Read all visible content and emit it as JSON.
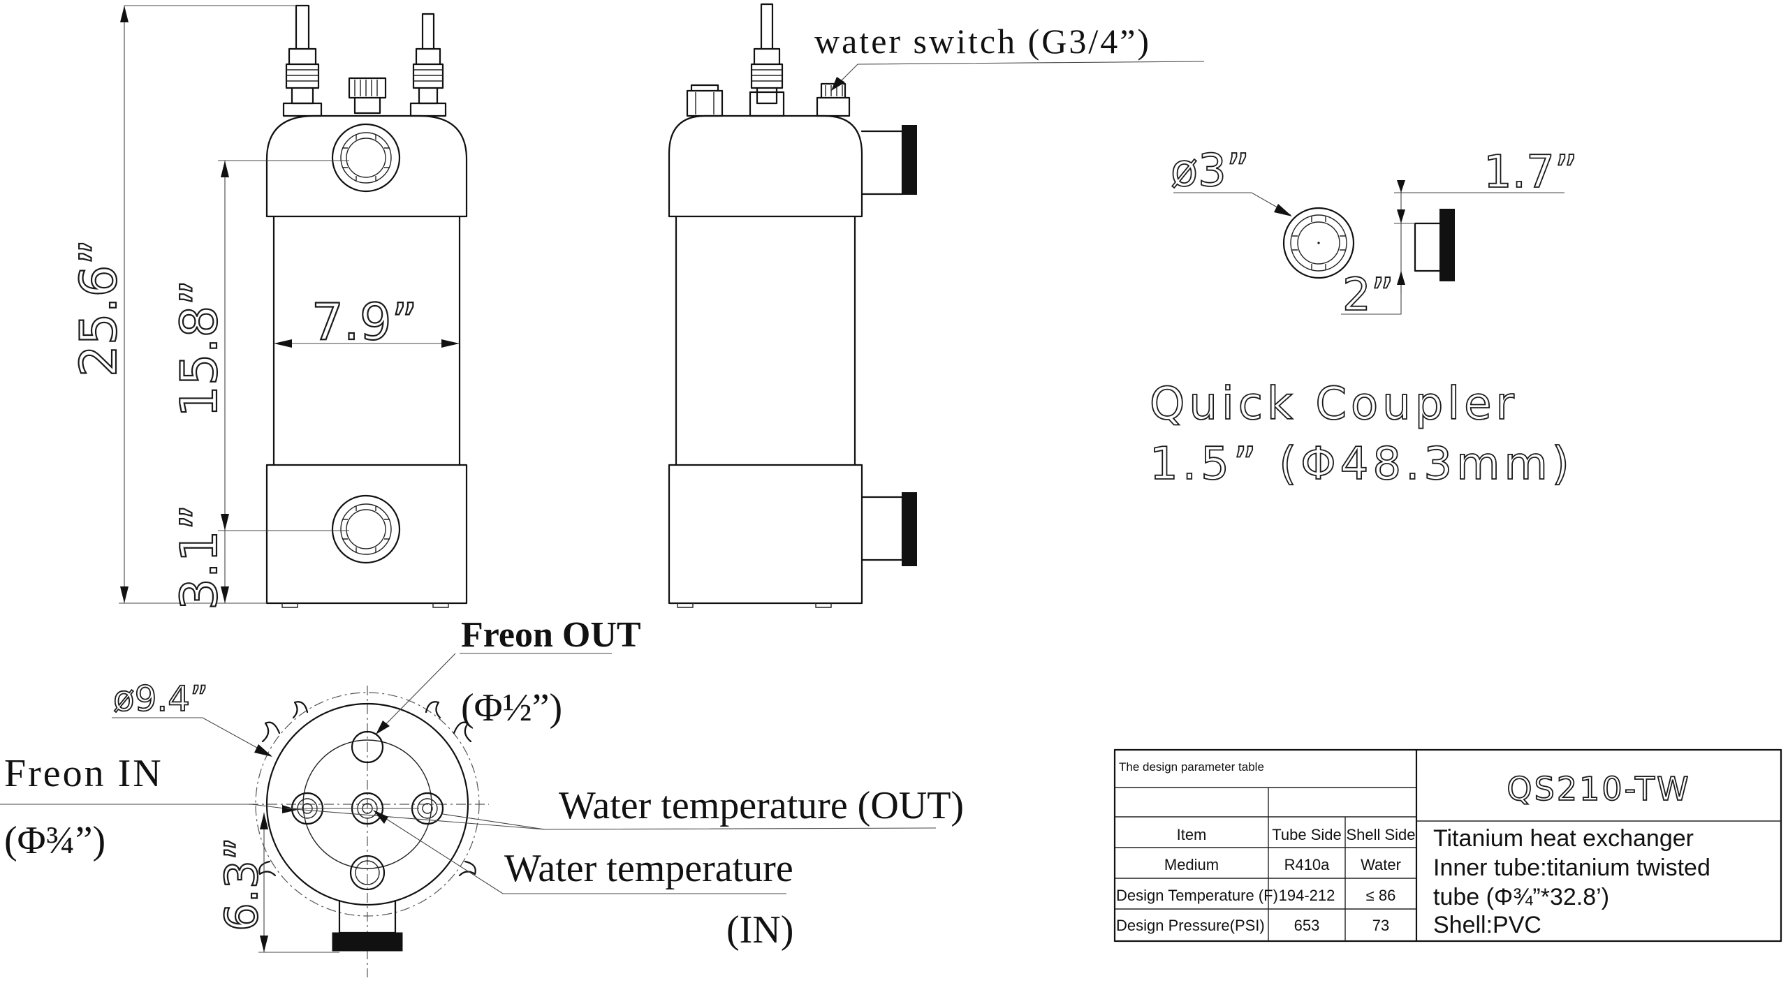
{
  "labels": {
    "water_switch": "water switch (G3/4”)",
    "freon_out": "Freon OUT",
    "freon_out_size": "(Φ½”)",
    "freon_in": "Freon IN",
    "freon_in_size": "(Φ¾”)",
    "water_temp_out": "Water temperature (OUT)",
    "water_temp_in": "Water temperature",
    "water_temp_in_suffix": "(IN)",
    "quick_coupler_title": "Quick Coupler",
    "quick_coupler_size": "1.5” (Φ48.3mm)"
  },
  "dimensions": {
    "total_height": "25.6”",
    "port_spacing": "15.8”",
    "bottom_port": "3.1”",
    "body_width": "7.9”",
    "diameter": "ø9.4”",
    "side_offset": "6.3”",
    "coupler_diameter": "ø3”",
    "coupler_length": "1.7”",
    "coupler_thread": "2”"
  },
  "title_block": {
    "table_title": "The design parameter table",
    "model": "QS210-TW",
    "description": [
      "Titanium heat exchanger",
      "Inner tube:titanium twisted",
      "tube (Φ¾”*32.8’)",
      "Shell:PVC"
    ],
    "headers": [
      "Item",
      "Tube Side",
      "Shell Side"
    ],
    "rows": [
      [
        "Medium",
        "R410a",
        "Water"
      ],
      [
        "Design Temperature (F)",
        "194-212",
        "≤ 86"
      ],
      [
        "Design Pressure(PSI)",
        "653",
        "73"
      ]
    ]
  },
  "colors": {
    "line": "#111111",
    "background": "#ffffff"
  }
}
